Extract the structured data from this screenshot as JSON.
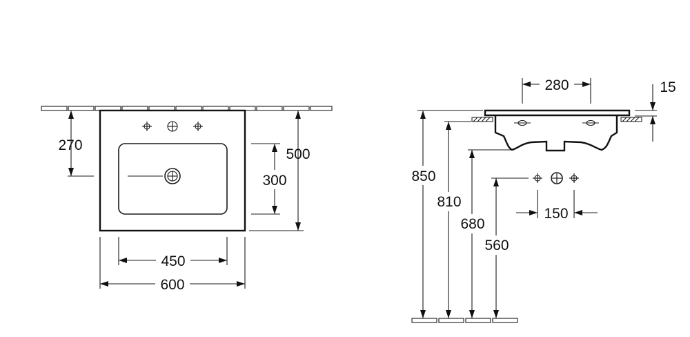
{
  "front_view": {
    "width_total": "600",
    "width_basin": "450",
    "depth_total": "500",
    "depth_basin": "300",
    "tap_hole_offset": "270"
  },
  "side_view": {
    "bowl_width": "280",
    "rim_thickness": "15",
    "height_rim": "850",
    "height_wall_fix": "810",
    "height_underside": "680",
    "height_waste": "560",
    "tap_hole_spacing": "150"
  }
}
